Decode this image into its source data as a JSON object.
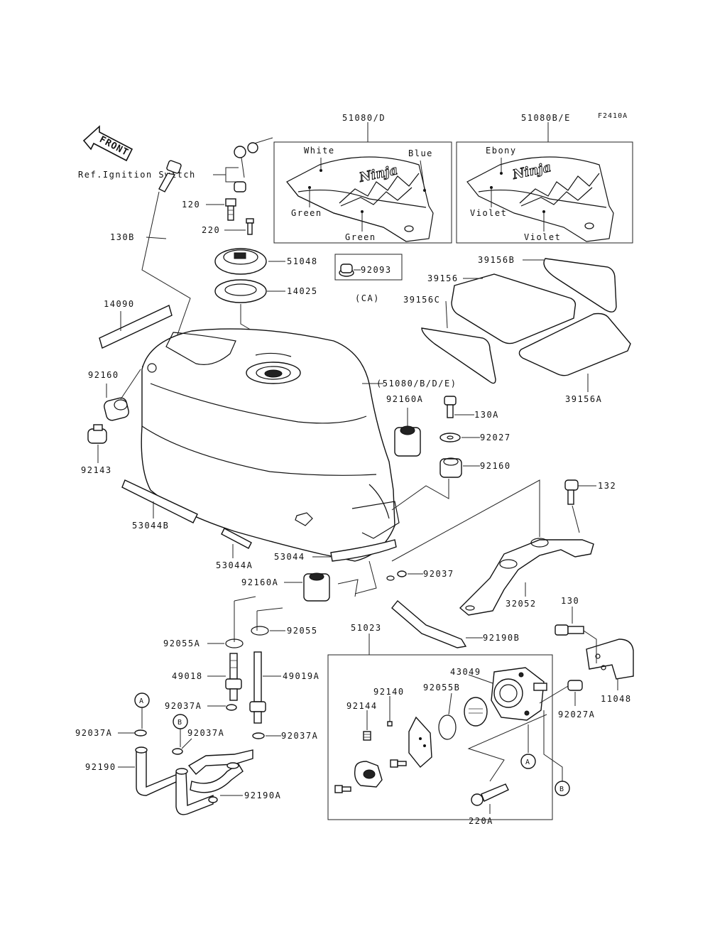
{
  "figure_code": "F2410A",
  "front_arrow": "FRONT",
  "ref_ignition": "Ref.Ignition Switch",
  "panels": {
    "left_title": "51080/D",
    "right_title": "51080B/E",
    "left_colors": {
      "top1": "White",
      "top2": "Blue",
      "bottom1": "Green",
      "bottom2": "Green"
    },
    "right_colors": {
      "top1": "Ebony",
      "bottom1": "Violet",
      "bottom2": "Violet"
    },
    "logo": "Ninja"
  },
  "ca_note": "(CA)",
  "circle_a": "A",
  "circle_b": "B",
  "parts": {
    "p120": "120",
    "p220": "220",
    "p130B": "130B",
    "p51048": "51048",
    "p14025": "14025",
    "p92093": "92093",
    "p39156B": "39156B",
    "p39156": "39156",
    "p39156C": "39156C",
    "p39156A": "39156A",
    "p14090": "14090",
    "p92160_left": "92160",
    "p92143": "92143",
    "p51080all": "(51080/B/D/E)",
    "p92160A_top": "92160A",
    "p130A": "130A",
    "p92027": "92027",
    "p92160_right": "92160",
    "p132": "132",
    "p53044B": "53044B",
    "p53044A": "53044A",
    "p53044": "53044",
    "p92037": "92037",
    "p92160A_bot": "92160A",
    "p32052": "32052",
    "p130": "130",
    "p92055": "92055",
    "p92055A": "92055A",
    "p51023": "51023",
    "p92190B": "92190B",
    "p49018": "49018",
    "p49019A": "49019A",
    "p43049": "43049",
    "p92055B": "92055B",
    "p92140": "92140",
    "p92144": "92144",
    "p11048": "11048",
    "p92027A": "92027A",
    "p92037A_a": "92037A",
    "p92037A_b": "92037A",
    "p92037A_c": "92037A",
    "p92037A_d": "92037A",
    "p92190": "92190",
    "p92190A": "92190A",
    "p220A": "220A"
  }
}
